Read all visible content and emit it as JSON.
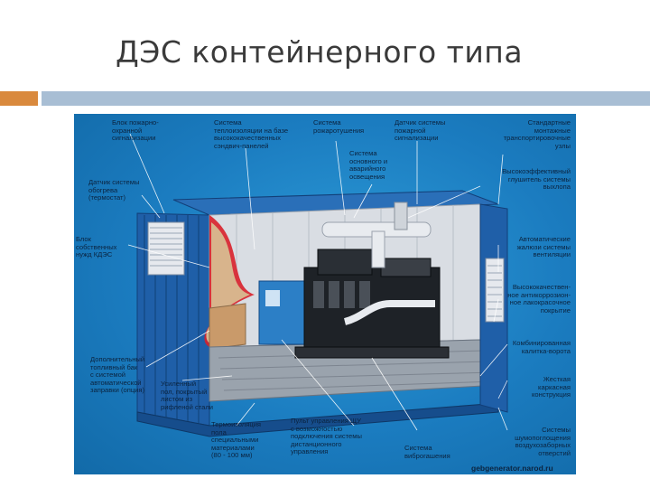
{
  "slide": {
    "title": "ДЭС контейнерного типа"
  },
  "figure": {
    "labels": {
      "alarm_block": "Блок пожарно-\nохранной\nсигнализации",
      "insulation": "Система\nтеплоизоляции на базе\nвысококачественных\nсэндвич-панелей",
      "fire_extinguishing": "Система\npожаротушения",
      "fire_sensor": "Датчик системы\nпожарной\nсигнализации",
      "standard_corners": "Стандартные\nмонтажные\nтранспортировочные\nузлы",
      "emergency_lighting": "Система\nосновного и\nаварийного\nосвещения",
      "heater_sensor": "Датчик системы\nобогрева\n(термостат)",
      "silencer": "Высокоэффективный\nглушитель системы\nвыхлопа",
      "own_needs_block": "Блок\nсобственных\nнужд КДЭС",
      "ventilation_louvers": "Автоматические\nжалюзи системы\nвентиляции",
      "coating": "Высококачествен-\nное антикоррозион-\nное лакокрасочное\nпокрытие",
      "fuel_tank": "Дополнительный\nтопливный бак\nс системой\nавтоматической\nзаправки (опция)",
      "floor": "Усиленный\nпол, покрытый\nлистом из\nрифленой стали",
      "door": "Комбинированная\nкалитка-ворота",
      "frame": "Жесткая\nкаркасная\nконструкция",
      "floor_insulation": "Термоизоляция\nпола\nспециальными\nматериалами\n(80 - 100 мм)",
      "control_panel": "Пульт управления ЩУ\nс возможностью\nподключения системы\nдистанционного\nуправления",
      "vibration_dampers": "Система\nвиброгашения",
      "noise_absorption": "Системы\nшумопоглощения\nвоздухозаборных\nотверстий"
    },
    "credit": "gebgenerator.narod.ru",
    "colors": {
      "background": "#1b7cc0",
      "container_blue": "#1f5fa8",
      "cutaway_red": "#d8202a",
      "accent": "#d9893d",
      "rule": "#a8bed4"
    }
  }
}
